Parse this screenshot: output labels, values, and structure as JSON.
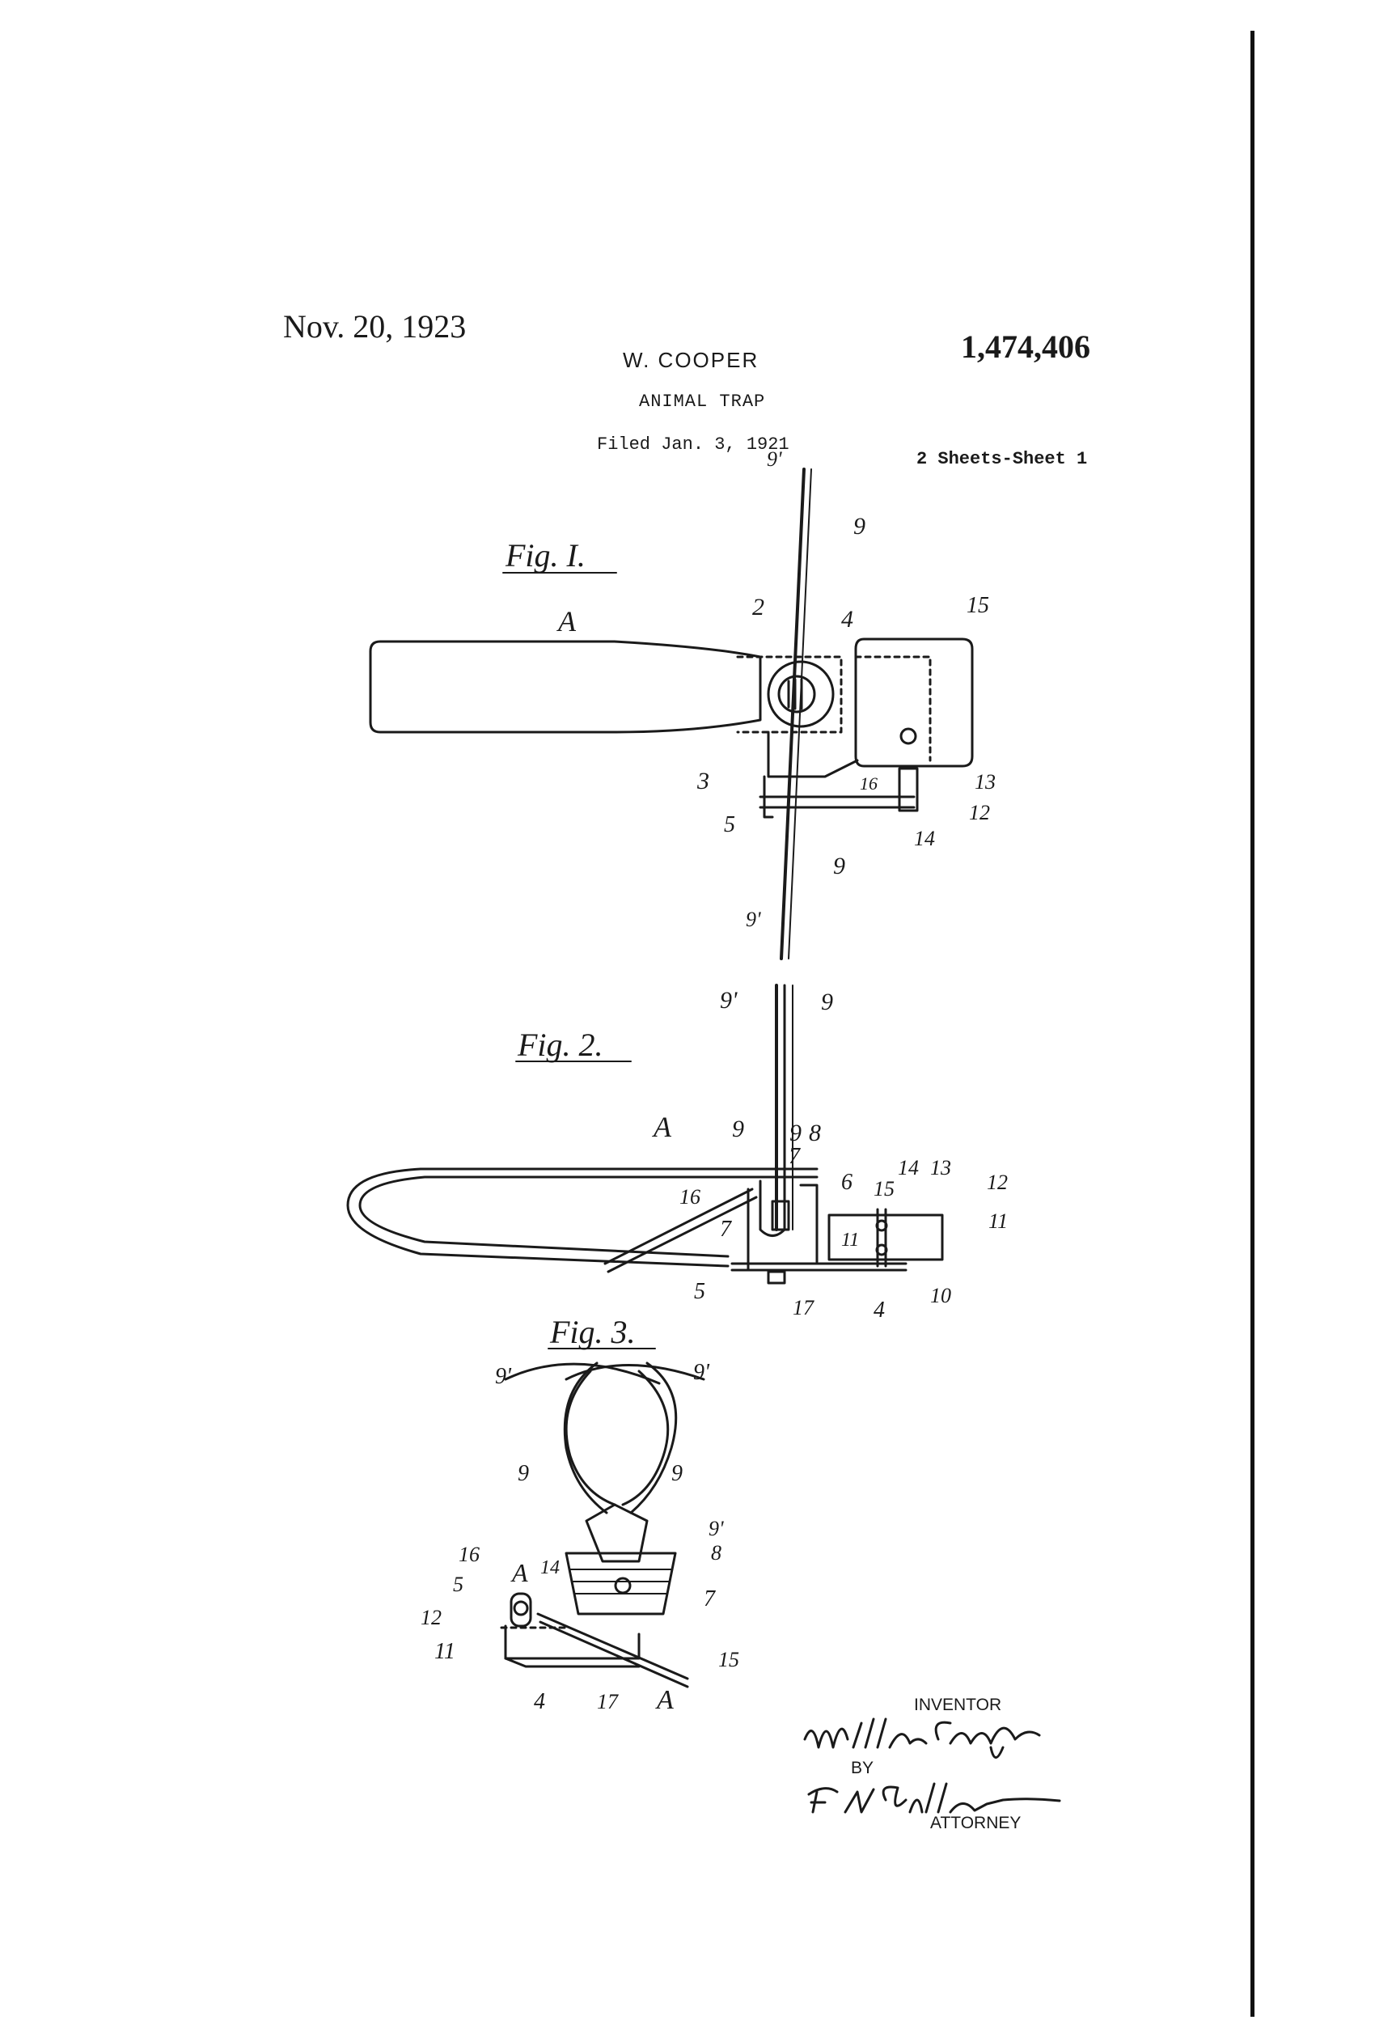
{
  "header": {
    "date": "Nov. 20, 1923",
    "inventor_name": "W. COOPER",
    "patent_number": "1,474,406",
    "title": "ANIMAL TRAP",
    "filed": "Filed Jan. 3, 1921",
    "sheets": "2 Sheets-Sheet 1"
  },
  "figures": {
    "fig1": "Fig. I.",
    "fig2": "Fig. 2.",
    "fig3": "Fig. 3."
  },
  "footer": {
    "inventor_label": "INVENTOR",
    "inventor_signature": "William Cooper",
    "by_label": "BY",
    "attorney_signature": "F. N. Gilbert",
    "attorney_label": "ATTORNEY"
  }
}
